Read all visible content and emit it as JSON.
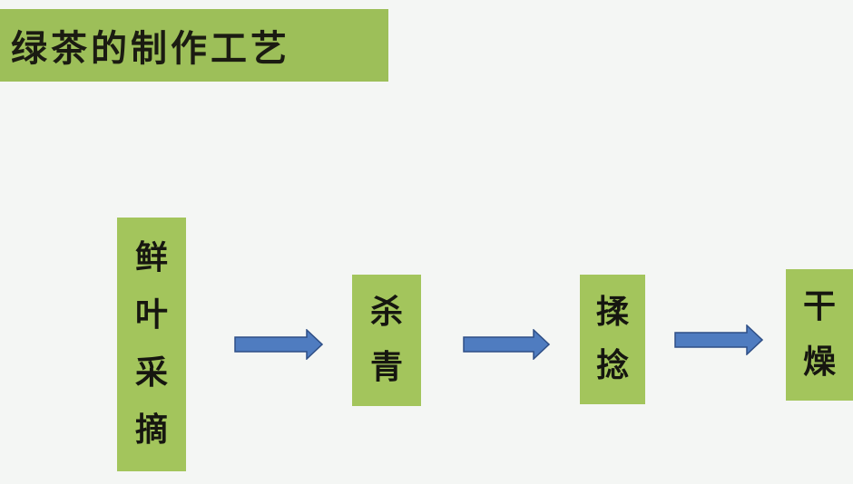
{
  "title": "绿茶的制作工艺",
  "colors": {
    "banner": "#9dbf59",
    "box": "#a3c55c",
    "arrow_fill": "#4f7cc0",
    "arrow_stroke": "#2f4f86"
  },
  "steps": [
    {
      "chars": [
        "鲜",
        "叶",
        "采",
        "摘"
      ]
    },
    {
      "chars": [
        "杀",
        "青"
      ]
    },
    {
      "chars": [
        "揉",
        "捻"
      ]
    },
    {
      "chars": [
        "干",
        "燥"
      ]
    }
  ]
}
